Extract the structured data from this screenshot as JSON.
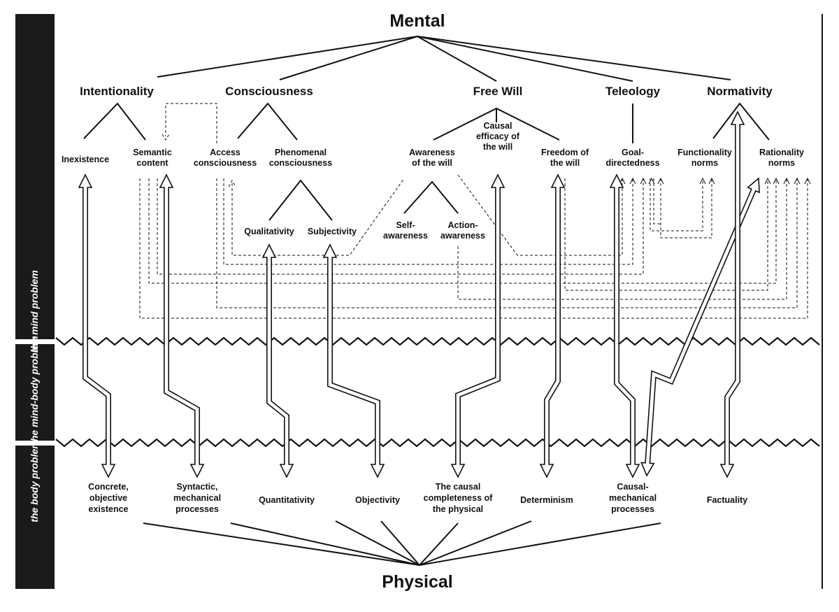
{
  "top": {
    "label": "Mental"
  },
  "bottom": {
    "label": "Physical"
  },
  "bands": [
    "the mind problem",
    "the mind-body problem",
    "the body problem"
  ],
  "categories": [
    {
      "id": "intentionality",
      "label": "Intentionality"
    },
    {
      "id": "consciousness",
      "label": "Consciousness"
    },
    {
      "id": "free-will",
      "label": "Free Will"
    },
    {
      "id": "teleology",
      "label": "Teleology"
    },
    {
      "id": "normativity",
      "label": "Normativity"
    }
  ],
  "aspects": [
    {
      "id": "inexistence",
      "lines": [
        "Inexistence"
      ]
    },
    {
      "id": "semantic-content",
      "lines": [
        "Semantic",
        "content"
      ]
    },
    {
      "id": "access-consciousness",
      "lines": [
        "Access",
        "consciousness"
      ]
    },
    {
      "id": "phenomenal-consciousness",
      "lines": [
        "Phenomenal",
        "consciousness"
      ]
    },
    {
      "id": "awareness-of-will",
      "lines": [
        "Awareness",
        "of the will"
      ]
    },
    {
      "id": "causal-efficacy",
      "lines": [
        "Causal",
        "efficacy of",
        "the will"
      ]
    },
    {
      "id": "freedom-of-will",
      "lines": [
        "Freedom of",
        "the will"
      ]
    },
    {
      "id": "goal-directedness",
      "lines": [
        "Goal-",
        "directedness"
      ]
    },
    {
      "id": "functionality-norms",
      "lines": [
        "Functionality",
        "norms"
      ]
    },
    {
      "id": "rationality-norms",
      "lines": [
        "Rationality",
        "norms"
      ]
    },
    {
      "id": "qualitativity",
      "lines": [
        "Qualitativity"
      ]
    },
    {
      "id": "subjectivity",
      "lines": [
        "Subjectivity"
      ]
    },
    {
      "id": "self-awareness",
      "lines": [
        "Self-",
        "awareness"
      ]
    },
    {
      "id": "action-awareness",
      "lines": [
        "Action-",
        "awareness"
      ]
    }
  ],
  "physical_aspects": [
    {
      "id": "concrete-existence",
      "lines": [
        "Concrete,",
        "objective",
        "existence"
      ]
    },
    {
      "id": "syntactic-processes",
      "lines": [
        "Syntactic,",
        "mechanical",
        "processes"
      ]
    },
    {
      "id": "quantitativity",
      "lines": [
        "Quantitativity"
      ]
    },
    {
      "id": "objectivity",
      "lines": [
        "Objectivity"
      ]
    },
    {
      "id": "causal-completeness",
      "lines": [
        "The causal",
        "completeness of",
        "the physical"
      ]
    },
    {
      "id": "determinism",
      "lines": [
        "Determinism"
      ]
    },
    {
      "id": "causal-mechanical",
      "lines": [
        "Causal-",
        "mechanical",
        "processes"
      ]
    },
    {
      "id": "factuality",
      "lines": [
        "Factuality"
      ]
    }
  ]
}
